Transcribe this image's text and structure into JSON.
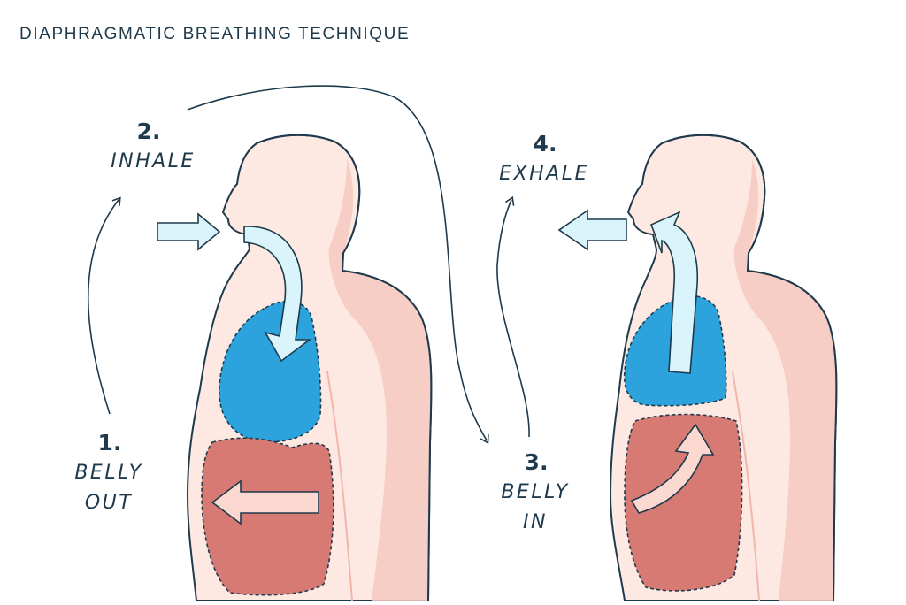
{
  "title": "DIAPHRAGMATIC BREATHING TECHNIQUE",
  "steps": [
    {
      "number": "1.",
      "line1": "BELLY",
      "line2": "OUT"
    },
    {
      "number": "2.",
      "line1": "INHALE",
      "line2": ""
    },
    {
      "number": "3.",
      "line1": "BELLY",
      "line2": "IN"
    },
    {
      "number": "4.",
      "line1": "EXHALE",
      "line2": ""
    }
  ],
  "colors": {
    "skin": "#fde8e2",
    "skin_shade": "#f6c9c0",
    "outline": "#1e3a4c",
    "lung": "#2ca3dc",
    "belly": "#d67a73",
    "air_arrow": "#d9f4fb",
    "belly_arrow": "#fbd9d0"
  }
}
